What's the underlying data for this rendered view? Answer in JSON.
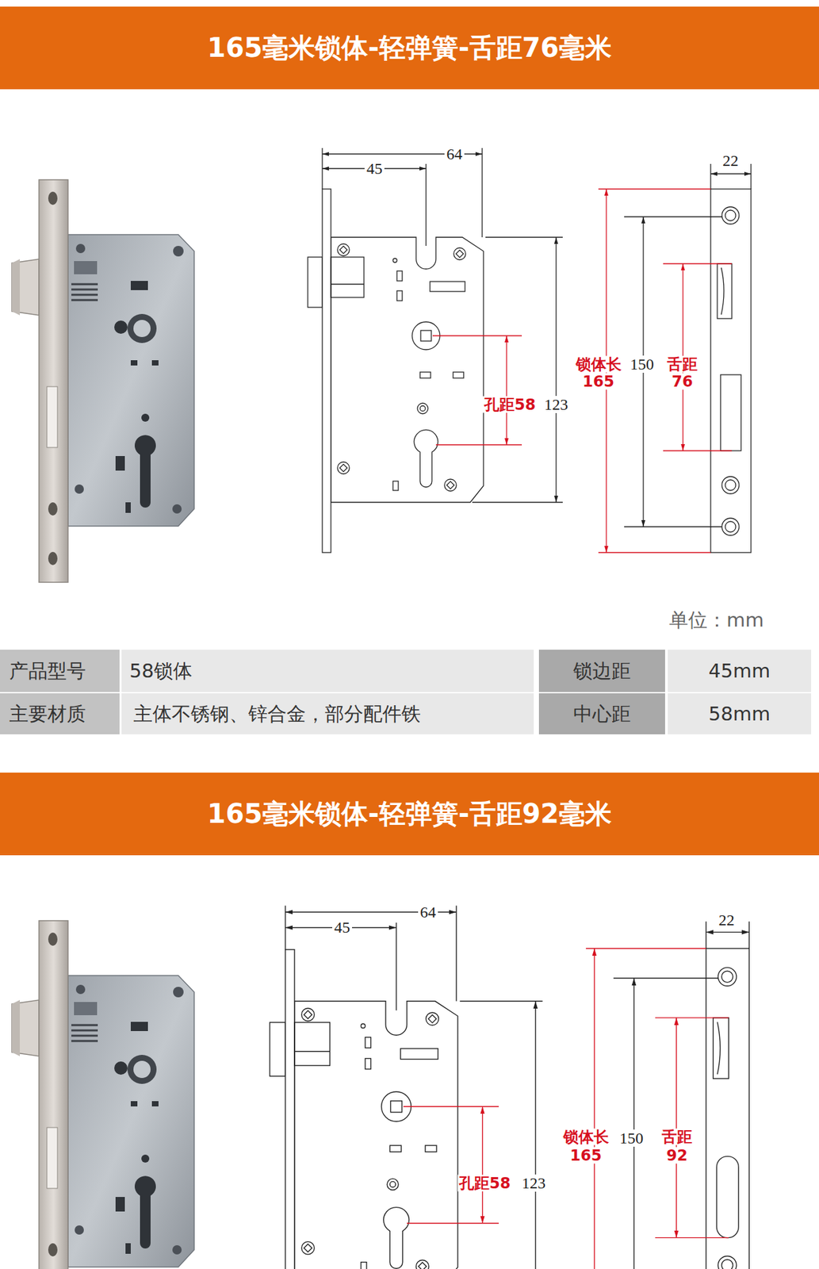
{
  "diagram": {
    "nodes": [
      {
        "text": [
          "165毫米锁体-轻弹簧-舌距76毫米"
        ]
      },
      {
        "text": [
          "165毫米锁体-轻弹簧-舌距92毫米"
        ]
      }
    ],
    "labels": [
      "45",
      "64",
      "22",
      "锁体长",
      "165",
      "150",
      "舌距",
      "76",
      "孔距58",
      "123",
      "单位：mm",
      "产品型号",
      "58锁体",
      "锁边距",
      "45mm",
      "主要材质",
      "主体不锈钢、锌合金，部分配件铁",
      "中心距",
      "58mm",
      "45",
      "64",
      "22",
      "锁体长",
      "165",
      "150",
      "舌距",
      "92",
      "孔距58",
      "123"
    ]
  }
}
